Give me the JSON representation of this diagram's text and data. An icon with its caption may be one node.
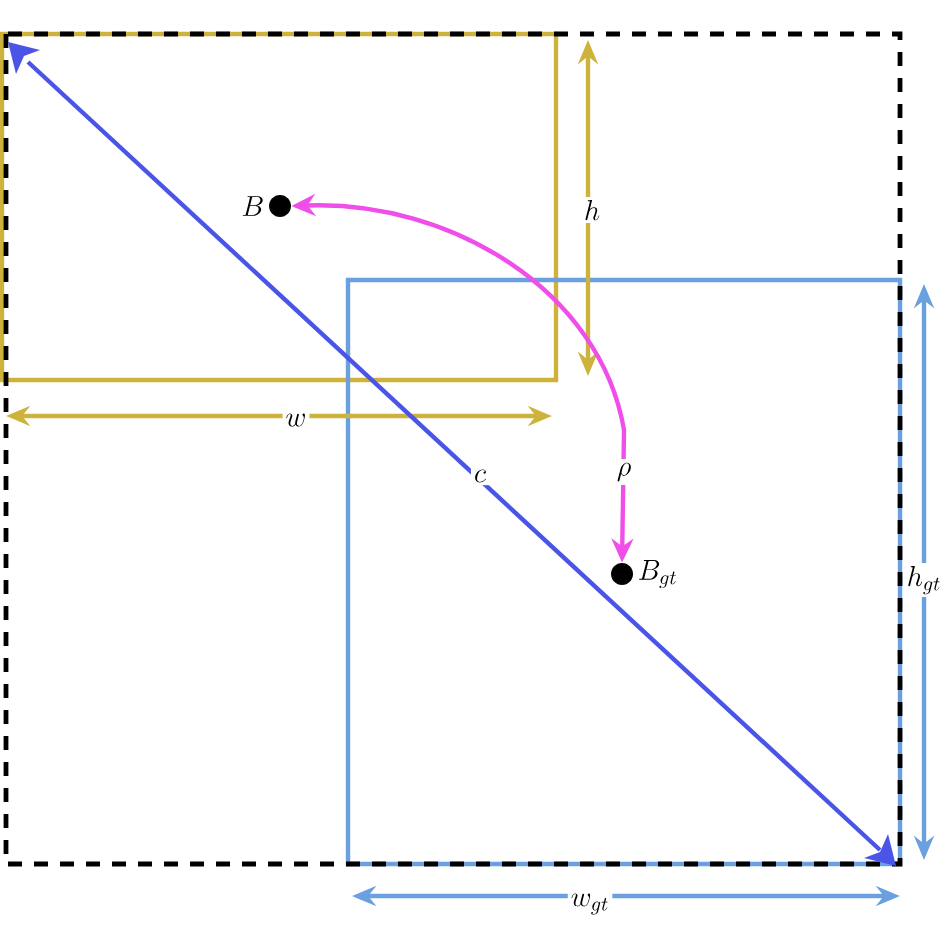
{
  "diagram": {
    "nodes": [
      {
        "text": [],
        "shape": "circle",
        "beside": [
          "B"
        ]
      },
      {
        "text": [],
        "shape": "circle",
        "beside": [
          "B_{gt}"
        ]
      }
    ],
    "edges": [
      {
        "from": 1,
        "to": 0,
        "arrow": "both",
        "label": "\\rho",
        "color": "#f04ee8"
      }
    ],
    "labels": [
      "h",
      "w",
      "c",
      "h_{gt}",
      "w_{gt}"
    ]
  }
}
